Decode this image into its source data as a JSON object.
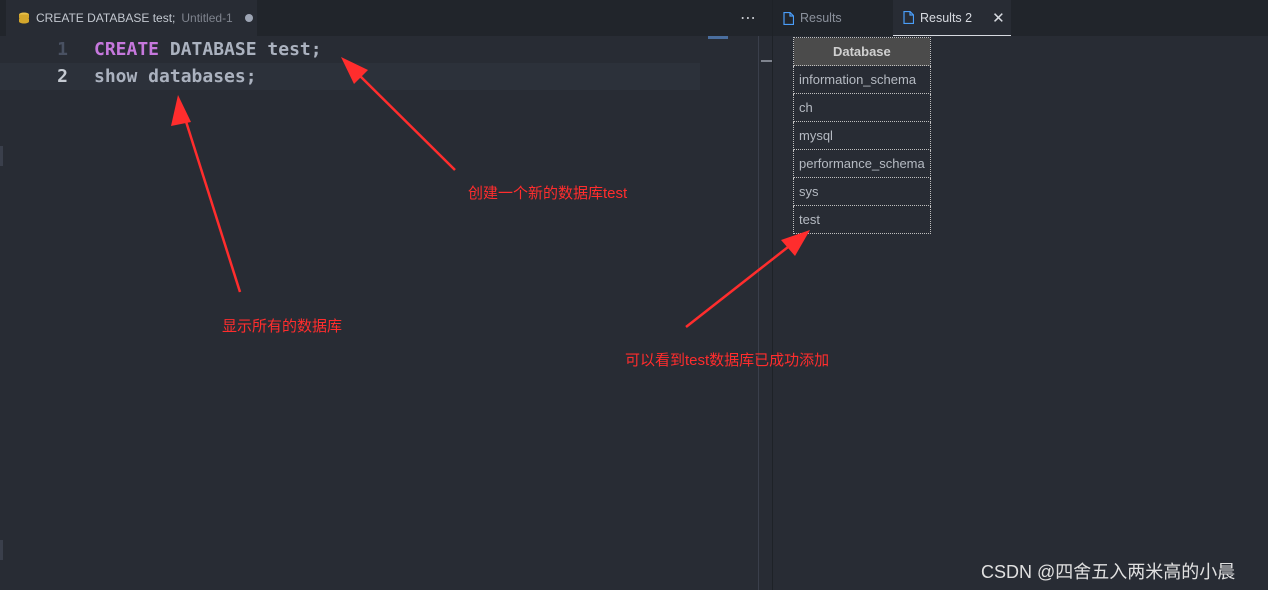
{
  "editor": {
    "tab": {
      "title": "CREATE DATABASE test;",
      "subtitle": "Untitled-1",
      "icon": "database-icon",
      "dirty": true
    },
    "more_icon": "more-actions-icon",
    "lines": [
      {
        "number": "1",
        "keyword": "CREATE",
        "rest": " DATABASE test;"
      },
      {
        "number": "2",
        "keyword": "",
        "rest": "show databases;"
      }
    ],
    "current_line": 2
  },
  "results_panel": {
    "tabs": [
      {
        "label": "Results",
        "icon": "file-icon",
        "active": false
      },
      {
        "label": "Results 2",
        "icon": "file-icon",
        "active": true,
        "closable": true
      }
    ],
    "table": {
      "columns": [
        "Database"
      ],
      "rows": [
        "information_schema",
        "ch",
        "mysql",
        "performance_schema",
        "sys",
        "test"
      ]
    }
  },
  "annotations": {
    "color": "#ff2d2d",
    "create_note": "创建一个新的数据库test",
    "show_note": "显示所有的数据库",
    "result_note": "可以看到test数据库已成功添加"
  },
  "watermark": "CSDN @四舍五入两米高的小晨",
  "colors": {
    "background": "#282c34",
    "keyword": "#c678dd",
    "tab_bar": "#21252b"
  }
}
